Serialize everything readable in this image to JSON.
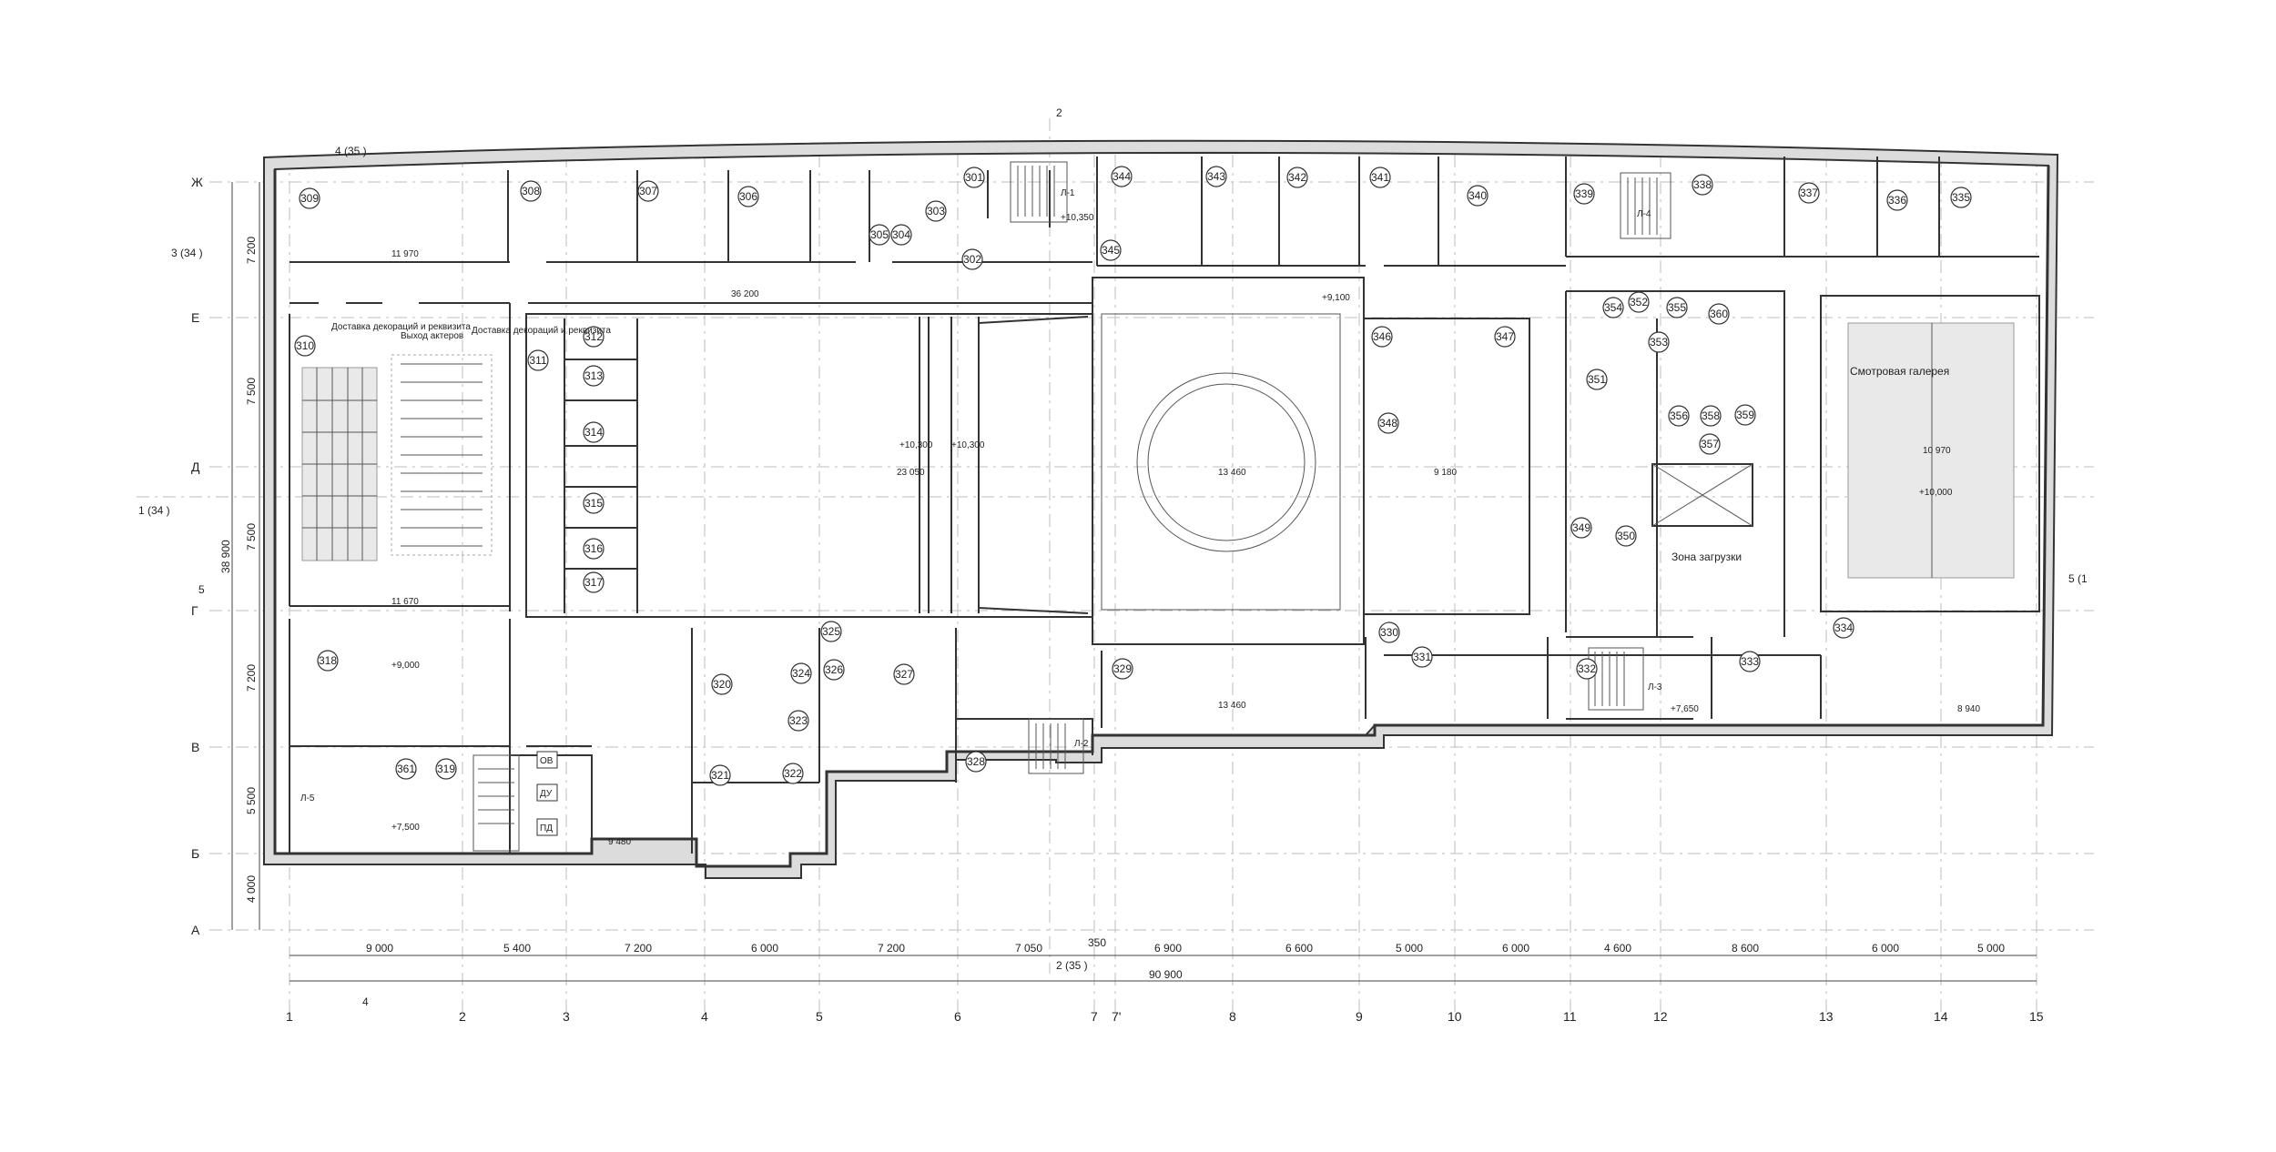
{
  "axes_top": [
    {
      "label": "Ж",
      "ref": ""
    },
    {
      "label": "Е",
      "ref": ""
    },
    {
      "label": "Д",
      "ref": ""
    },
    {
      "label": "Г",
      "ref": ""
    },
    {
      "label": "В",
      "ref": ""
    },
    {
      "label": "Б",
      "ref": ""
    },
    {
      "label": "А",
      "ref": ""
    }
  ],
  "axes_bottom": [
    "1",
    "2",
    "3",
    "4",
    "5",
    "6",
    "7",
    "7'",
    "8",
    "9",
    "10",
    "11",
    "12",
    "13",
    "14",
    "15"
  ],
  "bottom_spans": [
    "9 000",
    "5 400",
    "7 200",
    "6 000",
    "7 200",
    "7 050",
    "6 900",
    "6 600",
    "5 000",
    "6 000",
    "4 600",
    "8 600",
    "6 000",
    "5 000"
  ],
  "total_width": "90 900",
  "spacer_dim": "350",
  "left_spans": [
    "7 200",
    "7 500",
    "7 500",
    "7 200",
    "5 500",
    "4 000"
  ],
  "total_height": "38 900",
  "section_marks": {
    "s2_top": "2",
    "s2_bottom": "2 (35 )",
    "s4_top": "4 (35 )",
    "s4_bottom": "4",
    "s3": "3 (34 )",
    "s1": "1 (34 )",
    "s5_left": "5",
    "s5_right": "5 (1"
  },
  "rooms": [
    "309",
    "308",
    "307",
    "306",
    "305",
    "304",
    "303",
    "301",
    "302",
    "344",
    "343",
    "342",
    "341",
    "340",
    "339",
    "338",
    "337",
    "336",
    "335",
    "310",
    "311",
    "312",
    "313",
    "314",
    "315",
    "316",
    "317",
    "345",
    "346",
    "347",
    "348",
    "351",
    "352",
    "353",
    "354",
    "355",
    "360",
    "356",
    "357",
    "358",
    "359",
    "349",
    "350",
    "318",
    "319",
    "361",
    "320",
    "321",
    "322",
    "323",
    "324",
    "325",
    "326",
    "327",
    "328",
    "329",
    "330",
    "331",
    "332",
    "333",
    "334"
  ],
  "labels": {
    "delivery_1": "Доставка декораций и реквизита",
    "delivery_2": "Доставка декораций и реквизита",
    "actors_exit": "Выход актеров",
    "gallery": "Смотровая галерея",
    "loading_zone": "Зона загрузки"
  },
  "levels": [
    "+9,000",
    "+9,100",
    "+10,300",
    "+10,300",
    "+10,000",
    "+7,500",
    "+10,350",
    "+7,650"
  ],
  "shaft_labels": [
    "ОВ",
    "ПД",
    "ДУ",
    "Л-1",
    "Л-2",
    "Л-3",
    "Л-4",
    "Л-5"
  ],
  "inner_dims": [
    "11 970",
    "36 200",
    "23 050",
    "13 460",
    "9 180",
    "10 970",
    "11 670",
    "13 460",
    "8 940",
    "9 480"
  ]
}
